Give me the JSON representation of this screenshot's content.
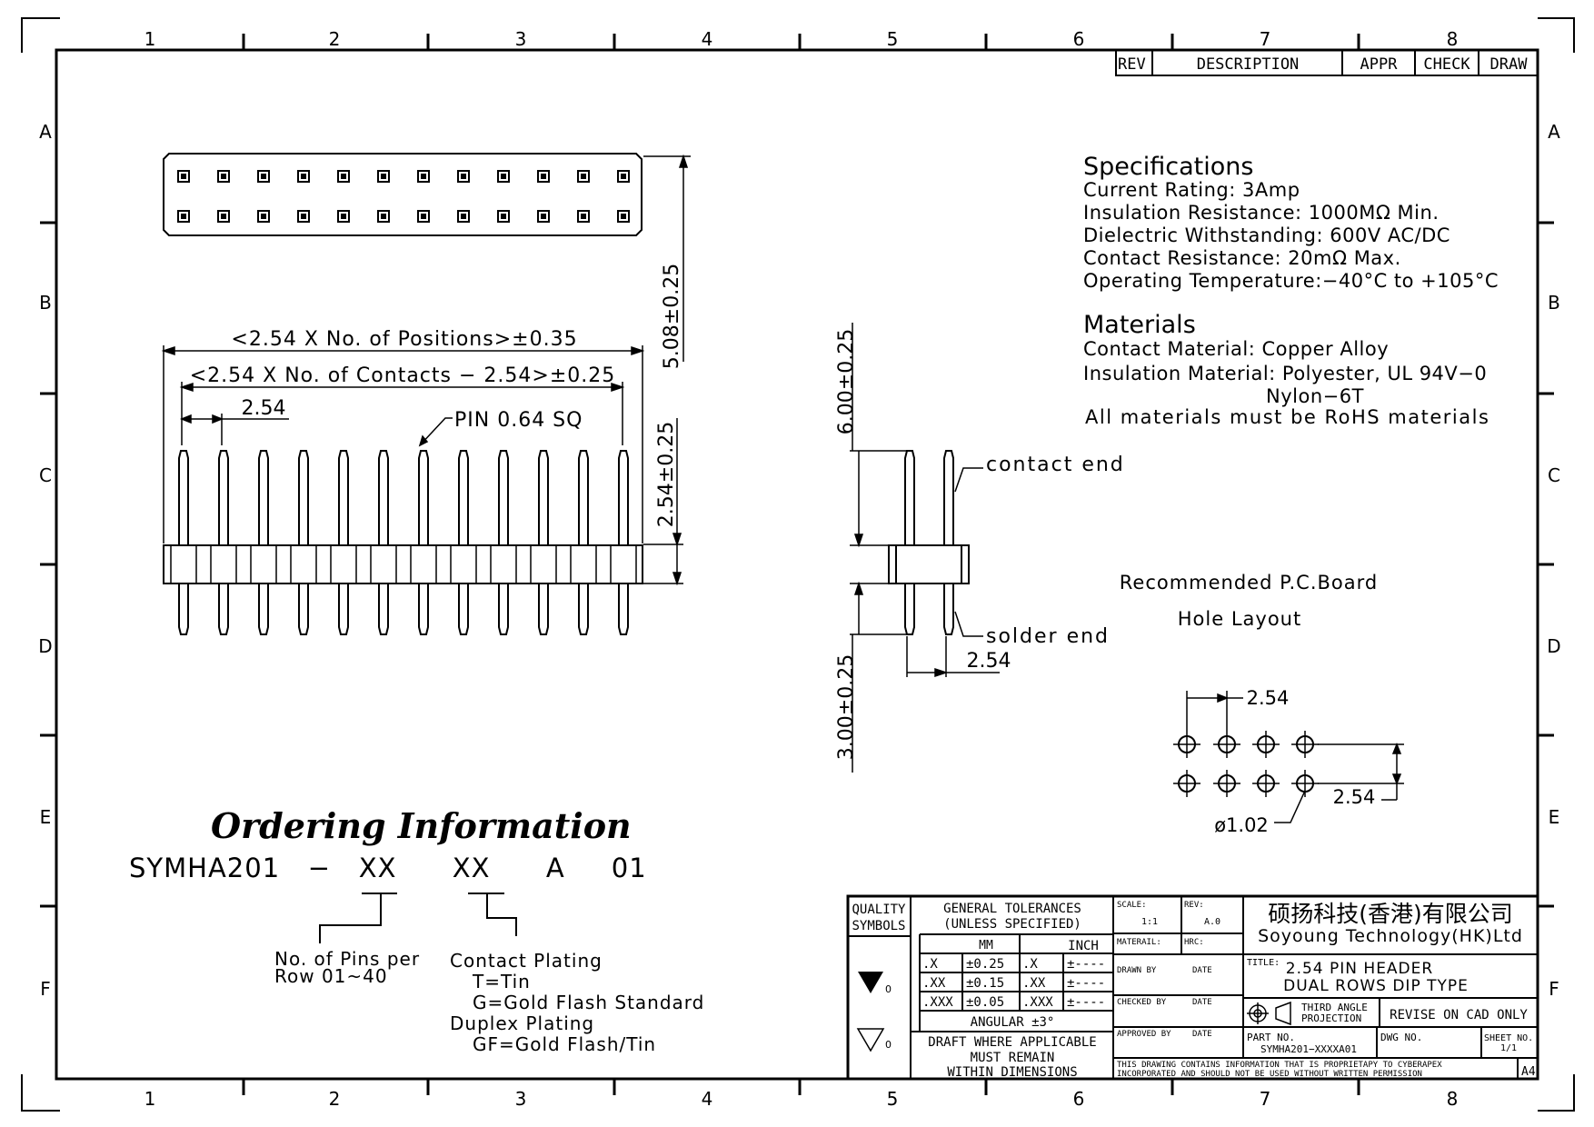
{
  "border": {
    "columns": [
      "1",
      "2",
      "3",
      "4",
      "5",
      "6",
      "7",
      "8"
    ],
    "rows": [
      "A",
      "B",
      "C",
      "D",
      "E",
      "F"
    ]
  },
  "revision_table": {
    "rev": "REV",
    "description": "DESCRIPTION",
    "appr": "APPR",
    "check": "CHECK",
    "draw": "DRAW"
  },
  "specifications": {
    "heading": "Specifications",
    "lines": [
      "Current Rating:  3Amp",
      "Insulation Resistance: 1000MΩ Min.",
      "Dielectric Withstanding:  600V AC/DC",
      "Contact Resistance:  20mΩ Max.",
      "Operating Temperature:−40°C to +105°C"
    ]
  },
  "materials": {
    "heading": "Materials",
    "lines": [
      "Contact Material: Copper Alloy",
      "Insulation Material: Polyester, UL 94V−0",
      "Nylon−6T",
      "All materials must be RoHS materials"
    ]
  },
  "front_view": {
    "dim_positions": "<2.54 X No. of Positions>±0.35",
    "dim_contacts": "<2.54 X No. of Contacts − 2.54>±0.25",
    "dim_pitch": "2.54",
    "pin_note": "PIN 0.64 SQ",
    "dim_height": "5.08±0.25",
    "dim_body": "2.54±0.25"
  },
  "side_view": {
    "dim_top": "6.00±0.25",
    "dim_bottom": "3.00±0.25",
    "dim_pitch": "2.54",
    "contact_end": "contact end",
    "solder_end": "solder end"
  },
  "pcb_layout": {
    "title_line1": "Recommended P.C.Board",
    "title_line2": "Hole Layout",
    "dim_pitch_x": "2.54",
    "dim_pitch_y": "2.54",
    "hole_dia": "ø1.02"
  },
  "ordering": {
    "heading": "Ordering Information",
    "part_code": "SYMHA201   −   XX      XX      A     01",
    "pins_line1": "No. of Pins per",
    "pins_line2": "Row 01~40",
    "plating_lines": [
      "Contact Plating",
      "T=Tin",
      "G=Gold Flash Standard",
      "Duplex Plating",
      "GF=Gold Flash/Tin"
    ]
  },
  "title_block": {
    "quality": "QUALITY",
    "symbols": "SYMBOLS",
    "sym_v1": "0",
    "sym_v2": "0",
    "gen_tol1": "GENERAL TOLERANCES",
    "gen_tol2": "(UNLESS SPECIFIED)",
    "mm": "MM",
    "inch": "INCH",
    "tol_rows": [
      {
        "a": ".X",
        "b": "±0.25",
        "c": ".X",
        "d": "±----"
      },
      {
        "a": ".XX",
        "b": "±0.15",
        "c": ".XX",
        "d": "±----"
      },
      {
        "a": ".XXX",
        "b": "±0.05",
        "c": ".XXX",
        "d": "±----"
      }
    ],
    "angular": "ANGULAR ±3°",
    "draft1": "DRAFT WHERE APPLICABLE",
    "draft2": "MUST REMAIN",
    "draft3": "WITHIN DIMENSIONS",
    "scale_label": "SCALE:",
    "scale_value": "1:1",
    "rev_label": "REV:",
    "rev_value": "A.0",
    "material_label": "MATERAIL:",
    "hrc_label": "HRC:",
    "drawn_by": "DRAWN BY",
    "checked_by": "CHECKED BY",
    "approved_by": "APPROVED BY",
    "date": "DATE",
    "company_cn": "硕扬科技(香港)有限公司",
    "company_en": "Soyoung Technology(HK)Ltd",
    "title_label": "TITLE:",
    "title_line1": "2.54 PIN HEADER",
    "title_line2": "DUAL ROWS DIP TYPE",
    "projection1": "THIRD ANGLE",
    "projection2": "PROJECTION",
    "revise": "REVISE ON CAD ONLY",
    "part_no_label": "PART NO.",
    "part_no": "SYMHA201−XXXXA01",
    "dwg_no_label": "DWG NO.",
    "sheet_no_label": "SHEET NO.",
    "sheet_no": "1/1",
    "proprietary1": "THIS DRAWING CONTAINS INFORMATION THAT IS PROPRIETAPY TO CYBERAPEX",
    "proprietary2": "INCORPORATED AND SHOULD NOT BE USED WITHOUT WRITTEN PERMISSION",
    "paper_size": "A4"
  }
}
